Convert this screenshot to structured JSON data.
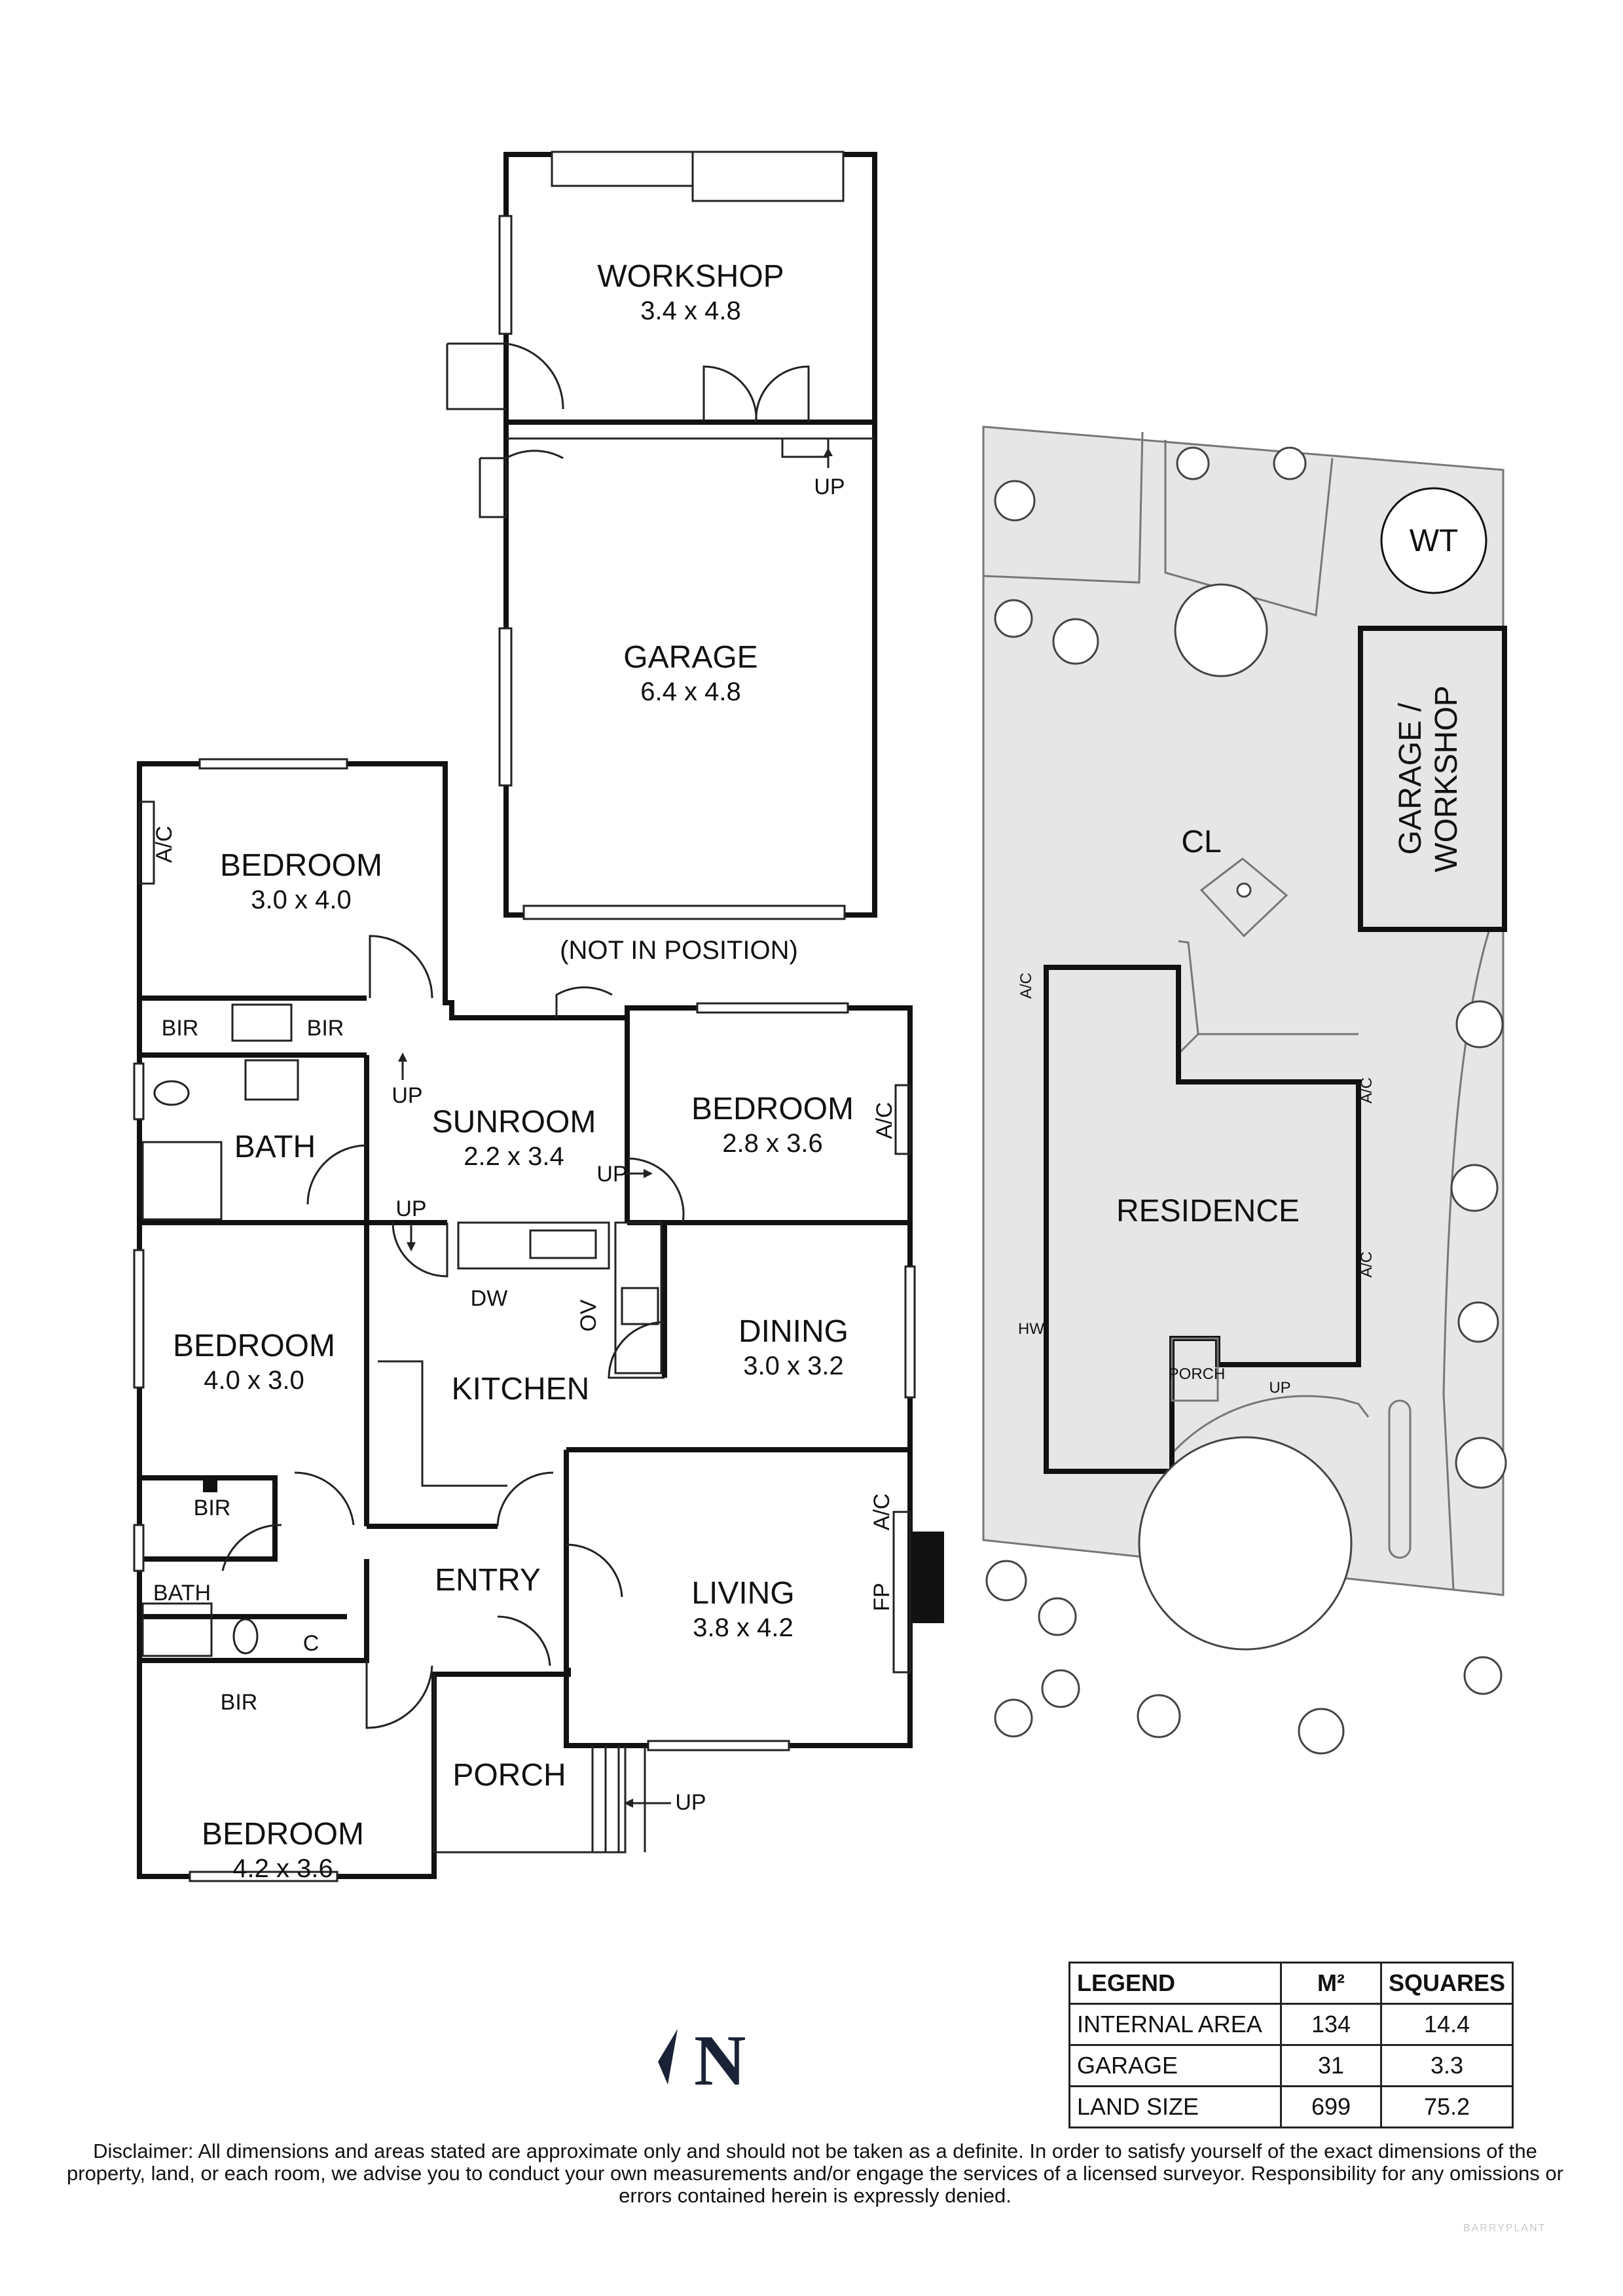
{
  "rooms": {
    "workshop": {
      "name": "WORKSHOP",
      "dim": "3.4 x 4.8"
    },
    "garage": {
      "name": "GARAGE",
      "dim": "6.4 x 4.8"
    },
    "not_in_position": "(NOT IN POSITION)",
    "bedroom1": {
      "name": "BEDROOM",
      "dim": "3.0 x 4.0"
    },
    "sunroom": {
      "name": "SUNROOM",
      "dim": "2.2 x 3.4"
    },
    "bedroom2": {
      "name": "BEDROOM",
      "dim": "2.8 x 3.6"
    },
    "bath1": {
      "name": "BATH"
    },
    "bedroom3": {
      "name": "BEDROOM",
      "dim": "4.0 x 3.0"
    },
    "kitchen": {
      "name": "KITCHEN"
    },
    "dining": {
      "name": "DINING",
      "dim": "3.0 x 3.2"
    },
    "entry": {
      "name": "ENTRY"
    },
    "living": {
      "name": "LIVING",
      "dim": "3.8 x 4.2"
    },
    "porch": {
      "name": "PORCH"
    },
    "bedroom4": {
      "name": "BEDROOM",
      "dim": "4.2 x 3.6"
    }
  },
  "fixtures": {
    "ac": "A/C",
    "bir": "BIR",
    "up": "UP",
    "dw": "DW",
    "ov": "OV",
    "fp": "FP",
    "c": "C",
    "bath_small": "BATH"
  },
  "site": {
    "wt": "WT",
    "garage_workshop_line1": "GARAGE /",
    "garage_workshop_line2": "WORKSHOP",
    "cl": "CL",
    "residence": "RESIDENCE",
    "porch": "PORCH",
    "up": "UP",
    "ac": "A/C",
    "hw": "HW"
  },
  "north": "N",
  "legend": {
    "headers": [
      "LEGEND",
      "M²",
      "SQUARES"
    ],
    "rows": [
      {
        "label": "INTERNAL AREA",
        "m2": "134",
        "squares": "14.4"
      },
      {
        "label": "GARAGE",
        "m2": "31",
        "squares": "3.3"
      },
      {
        "label": "LAND SIZE",
        "m2": "699",
        "squares": "75.2"
      }
    ]
  },
  "disclaimer": "Disclaimer: All dimensions and areas stated are approximate only and should not be taken as a definite. In order to satisfy yourself of the exact dimensions of the property, land, or each room, we advise you to conduct your own measurements and/or engage the services of a licensed surveyor. Responsibility for any omissions or errors contained herein is expressly denied.",
  "watermark": "BARRYPLANT"
}
